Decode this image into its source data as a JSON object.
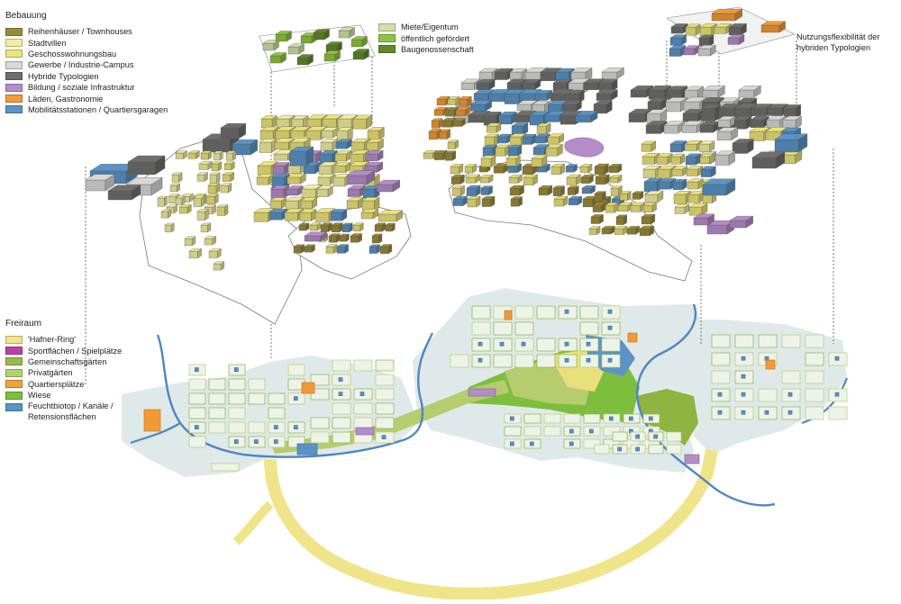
{
  "bebauung": {
    "title": "Bebauung",
    "items": [
      {
        "label": "Reihenhäuser / Townhouses",
        "color": "#9c8a3a"
      },
      {
        "label": "Stadtvillen",
        "color": "#f1ee9e"
      },
      {
        "label": "Geschosswohnungsbau",
        "color": "#ece37a"
      },
      {
        "label": "Gewerbe / Industrie-Campus",
        "color": "#d8d8d8"
      },
      {
        "label": "Hybride Typologien",
        "color": "#6e6e6e"
      },
      {
        "label": "Bildung / soziale Infrastruktur",
        "color": "#b48cc9"
      },
      {
        "label": "Läden, Gastronomie",
        "color": "#f09a36"
      },
      {
        "label": "Mobilitätsstationen / Quartiersgaragen",
        "color": "#5b93c6"
      }
    ]
  },
  "tenure": {
    "items": [
      {
        "label": "Miete/Eigentum",
        "color": "#cfe0a8"
      },
      {
        "label": "öffentlich gefördert",
        "color": "#8cc63f"
      },
      {
        "label": "Baugenossenschaft",
        "color": "#5e8a2a"
      }
    ]
  },
  "freiraum": {
    "title": "Freiraum",
    "items": [
      {
        "label": "'Hafner-Ring'",
        "color": "#f2e38c"
      },
      {
        "label": "Sportflächen / Spielplätze",
        "color": "#c03fa3"
      },
      {
        "label": "Gemeinschaftsgärten",
        "color": "#9fb84a"
      },
      {
        "label": "Privatgärten",
        "color": "#b7cf73"
      },
      {
        "label": "Quartiersplätze",
        "color": "#f0a23c"
      },
      {
        "label": "Wiese",
        "color": "#7dbf3c"
      },
      {
        "label": "Feuchtbiotop / Kanäle / Retensionsflächen",
        "color": "#5b93c6"
      }
    ]
  },
  "note": {
    "text": "Nutzungsflexibilität der hybriden Typologien"
  },
  "palette": {
    "river": "#4f86c0",
    "ground": "#dfe9ea",
    "ring": "#f0e48a",
    "garden_a": "#b6cc6f",
    "garden_b": "#8fb43f",
    "meadow": "#7dbf3c",
    "line": "#333333"
  }
}
